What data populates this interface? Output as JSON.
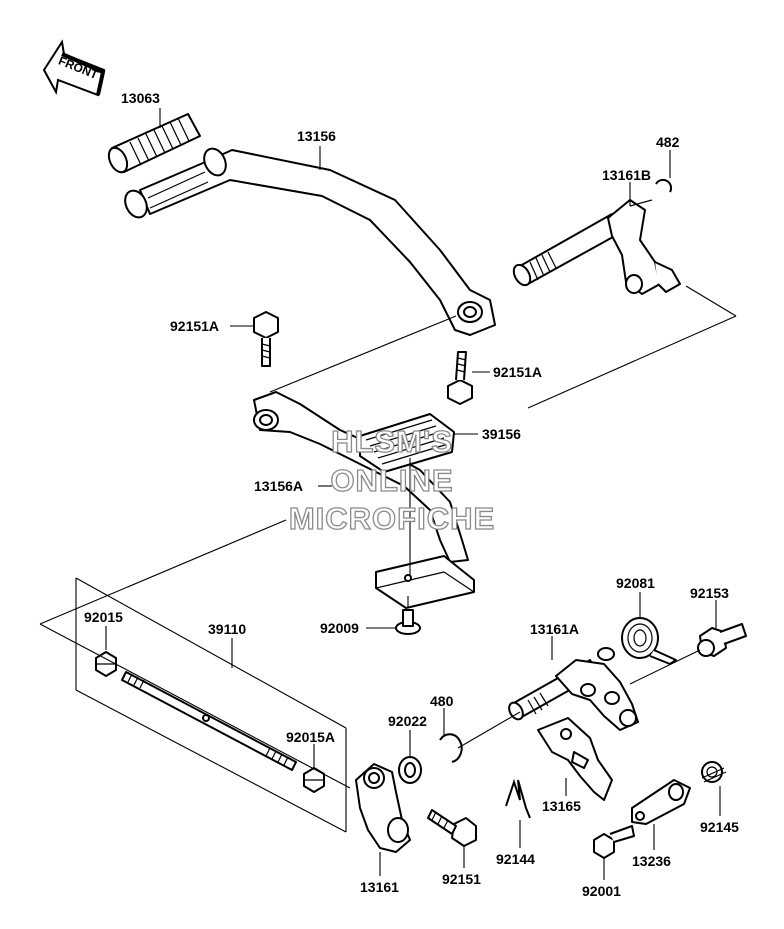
{
  "title": "",
  "front_arrow": {
    "label": "FRONT"
  },
  "watermark": {
    "lines": [
      "HLSM'S",
      "ONLINE",
      "MICROFICHE"
    ]
  },
  "parts": [
    {
      "id": "p13063",
      "label": "13063"
    },
    {
      "id": "p13156",
      "label": "13156"
    },
    {
      "id": "p482",
      "label": "482"
    },
    {
      "id": "p13161B",
      "label": "13161B"
    },
    {
      "id": "p92151A_1",
      "label": "92151A"
    },
    {
      "id": "p92151A_2",
      "label": "92151A"
    },
    {
      "id": "p39156",
      "label": "39156"
    },
    {
      "id": "p13156A",
      "label": "13156A"
    },
    {
      "id": "p92009",
      "label": "92009"
    },
    {
      "id": "p92081",
      "label": "92081"
    },
    {
      "id": "p92153",
      "label": "92153"
    },
    {
      "id": "p92015",
      "label": "92015"
    },
    {
      "id": "p39110",
      "label": "39110"
    },
    {
      "id": "p13161A",
      "label": "13161A"
    },
    {
      "id": "p480",
      "label": "480"
    },
    {
      "id": "p92022",
      "label": "92022"
    },
    {
      "id": "p92015A",
      "label": "92015A"
    },
    {
      "id": "p13165",
      "label": "13165"
    },
    {
      "id": "p92144",
      "label": "92144"
    },
    {
      "id": "p92145",
      "label": "92145"
    },
    {
      "id": "p13236",
      "label": "13236"
    },
    {
      "id": "p13161",
      "label": "13161"
    },
    {
      "id": "p92151",
      "label": "92151"
    },
    {
      "id": "p92001",
      "label": "92001"
    }
  ]
}
